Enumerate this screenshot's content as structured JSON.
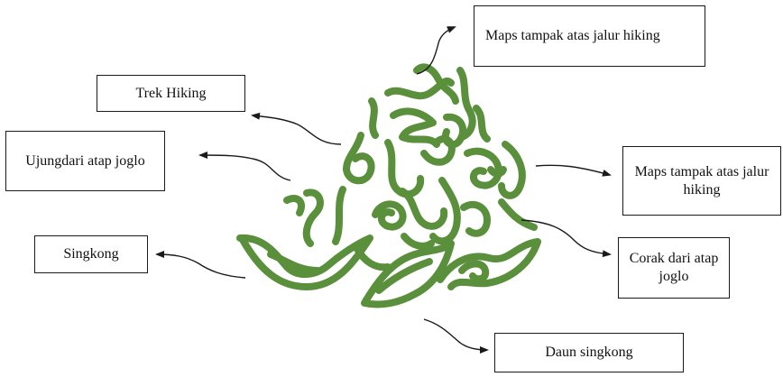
{
  "colors": {
    "motif_green": "#5a8f3c",
    "arrow": "#1a1a1a",
    "box_border": "#1a1a1a"
  },
  "labels": {
    "maps_top": "Maps tampak atas jalur hiking",
    "trek_hiking": "Trek Hiking",
    "ujung_atap": "Ujungdari atap joglo",
    "maps_right": "Maps tampak atas jalur hiking",
    "singkong": "Singkong",
    "corak_atap": "Corak dari atap joglo",
    "daun_singkong": "Daun singkong"
  }
}
